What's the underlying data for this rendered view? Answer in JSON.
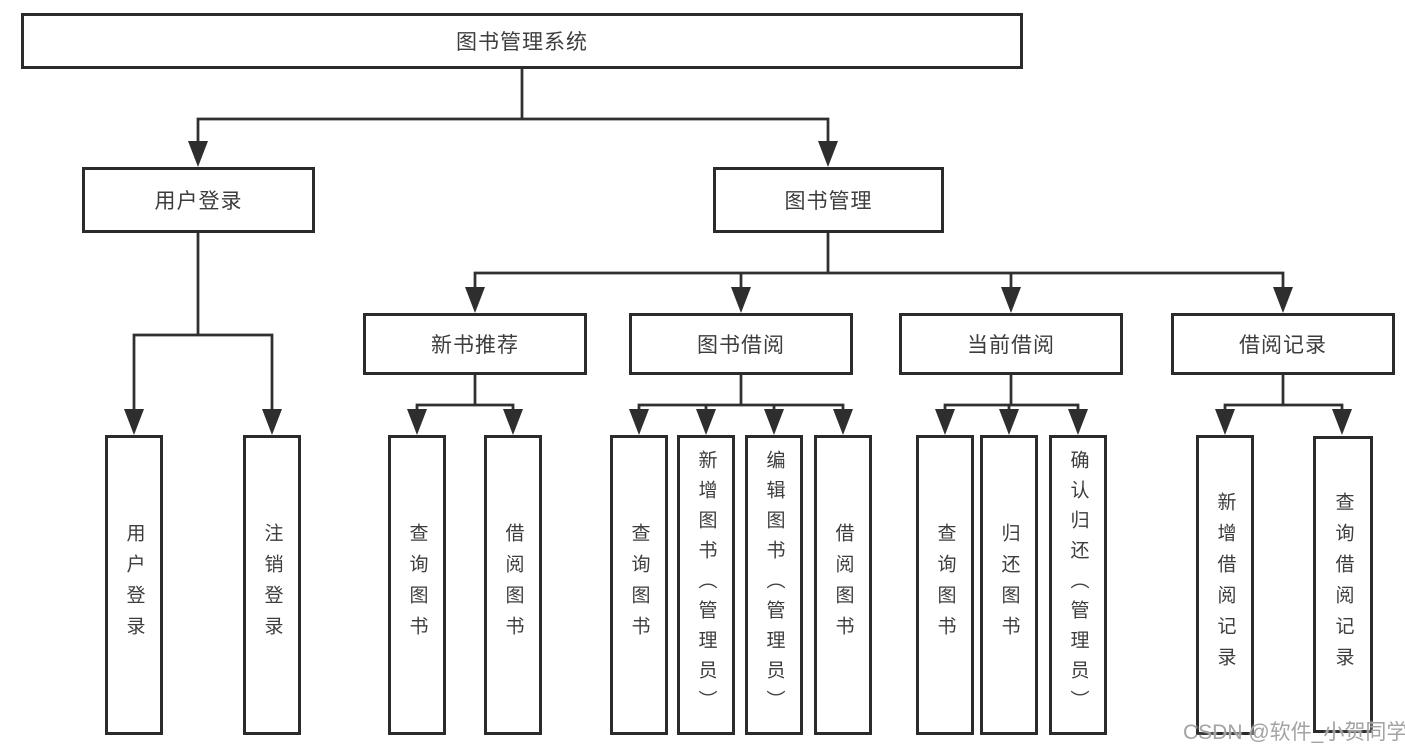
{
  "diagram": {
    "type": "hierarchy-tree",
    "root": {
      "label": "图书管理系统",
      "children": [
        {
          "label": "用户登录",
          "children": [
            {
              "label": "用户登录"
            },
            {
              "label": "注销登录"
            }
          ]
        },
        {
          "label": "图书管理",
          "children": [
            {
              "label": "新书推荐",
              "children": [
                {
                  "label": "查询图书"
                },
                {
                  "label": "借阅图书"
                }
              ]
            },
            {
              "label": "图书借阅",
              "children": [
                {
                  "label": "查询图书"
                },
                {
                  "label": "新增图书（管理员）"
                },
                {
                  "label": "编辑图书（管理员）"
                },
                {
                  "label": "借阅图书"
                }
              ]
            },
            {
              "label": "当前借阅",
              "children": [
                {
                  "label": "查询图书"
                },
                {
                  "label": "归还图书"
                },
                {
                  "label": "确认归还（管理员）"
                }
              ]
            },
            {
              "label": "借阅记录",
              "children": [
                {
                  "label": "新增借阅记录"
                },
                {
                  "label": "查询借阅记录"
                }
              ]
            }
          ]
        }
      ]
    }
  },
  "watermark": {
    "text": "CSDN @软件_小贺同学"
  },
  "colors": {
    "background": "#ffffff",
    "line": "#303030",
    "box_border": "#2b2b2b",
    "text": "#3d3d3d",
    "watermark": "#a3a3a3"
  }
}
